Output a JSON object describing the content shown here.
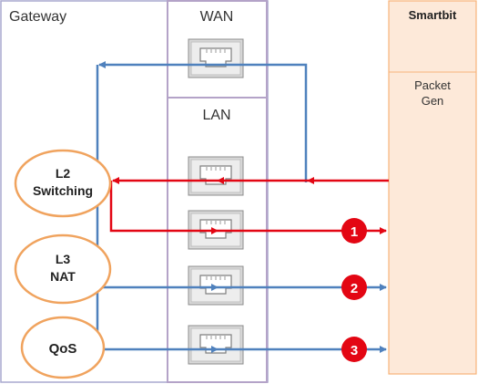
{
  "gateway": {
    "label": "Gateway"
  },
  "wan": {
    "label": "WAN"
  },
  "lan": {
    "label": "LAN"
  },
  "smartbit": {
    "title": "Smartbit",
    "packet_gen_line1": "Packet",
    "packet_gen_line2": "Gen"
  },
  "functions": [
    {
      "line1": "L2",
      "line2": "Switching"
    },
    {
      "line1": "L3",
      "line2": "NAT"
    },
    {
      "line1": "QoS",
      "line2": ""
    }
  ],
  "paths": [
    {
      "number": "1",
      "color": "#e30613"
    },
    {
      "number": "2",
      "color": "#e30613"
    },
    {
      "number": "3",
      "color": "#e30613"
    }
  ],
  "colors": {
    "gateway_border": "#a9a9cf",
    "wan_lan_border": "#b4a3c8",
    "smartbit_fill": "#fde9d9",
    "smartbit_border": "#f7b37a",
    "ellipse_border": "#f0a35e",
    "blue_line": "#4f81bd",
    "red_line": "#e30613"
  },
  "icons": {
    "port": "ethernet-port-icon",
    "marker": "numbered-circle-icon"
  }
}
